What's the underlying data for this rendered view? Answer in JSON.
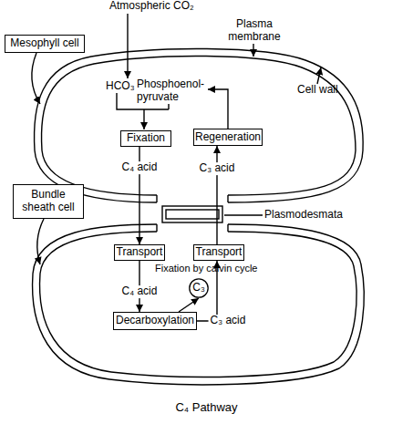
{
  "diagram": {
    "caption": "C₄ Pathway",
    "nodes": [
      {
        "text": [
          "Mesophyll cell"
        ]
      },
      {
        "text": [
          "Fixation"
        ]
      },
      {
        "text": [
          "Regeneration"
        ]
      },
      {
        "text": [
          "Bundle sheath cell"
        ]
      },
      {
        "text": [
          "Transport"
        ]
      },
      {
        "text": [
          "Transport"
        ]
      },
      {
        "text": [
          "C₃"
        ]
      },
      {
        "text": [
          "Decarboxylation"
        ]
      }
    ],
    "edges": [
      {
        "from": 1,
        "to": 4,
        "label": "C₄ acid",
        "arrow": "to"
      },
      {
        "from": 4,
        "to": 7,
        "label": "C₄ acid",
        "arrow": "to"
      },
      {
        "from": 7,
        "to": 5,
        "label": "C₃ acid",
        "arrow": "to"
      },
      {
        "from": 5,
        "to": 2,
        "label": "C₃ acid",
        "arrow": "to"
      },
      {
        "from": 7,
        "to": 6,
        "arrow": "to"
      }
    ],
    "labels": [
      "Atmospheric CO₂",
      "Plasma membrane",
      "Cell wall",
      "HCO₃",
      "Phosphoenol- pyruvate",
      "Plasmodesmata",
      "Fixation by calvin cycle"
    ]
  }
}
